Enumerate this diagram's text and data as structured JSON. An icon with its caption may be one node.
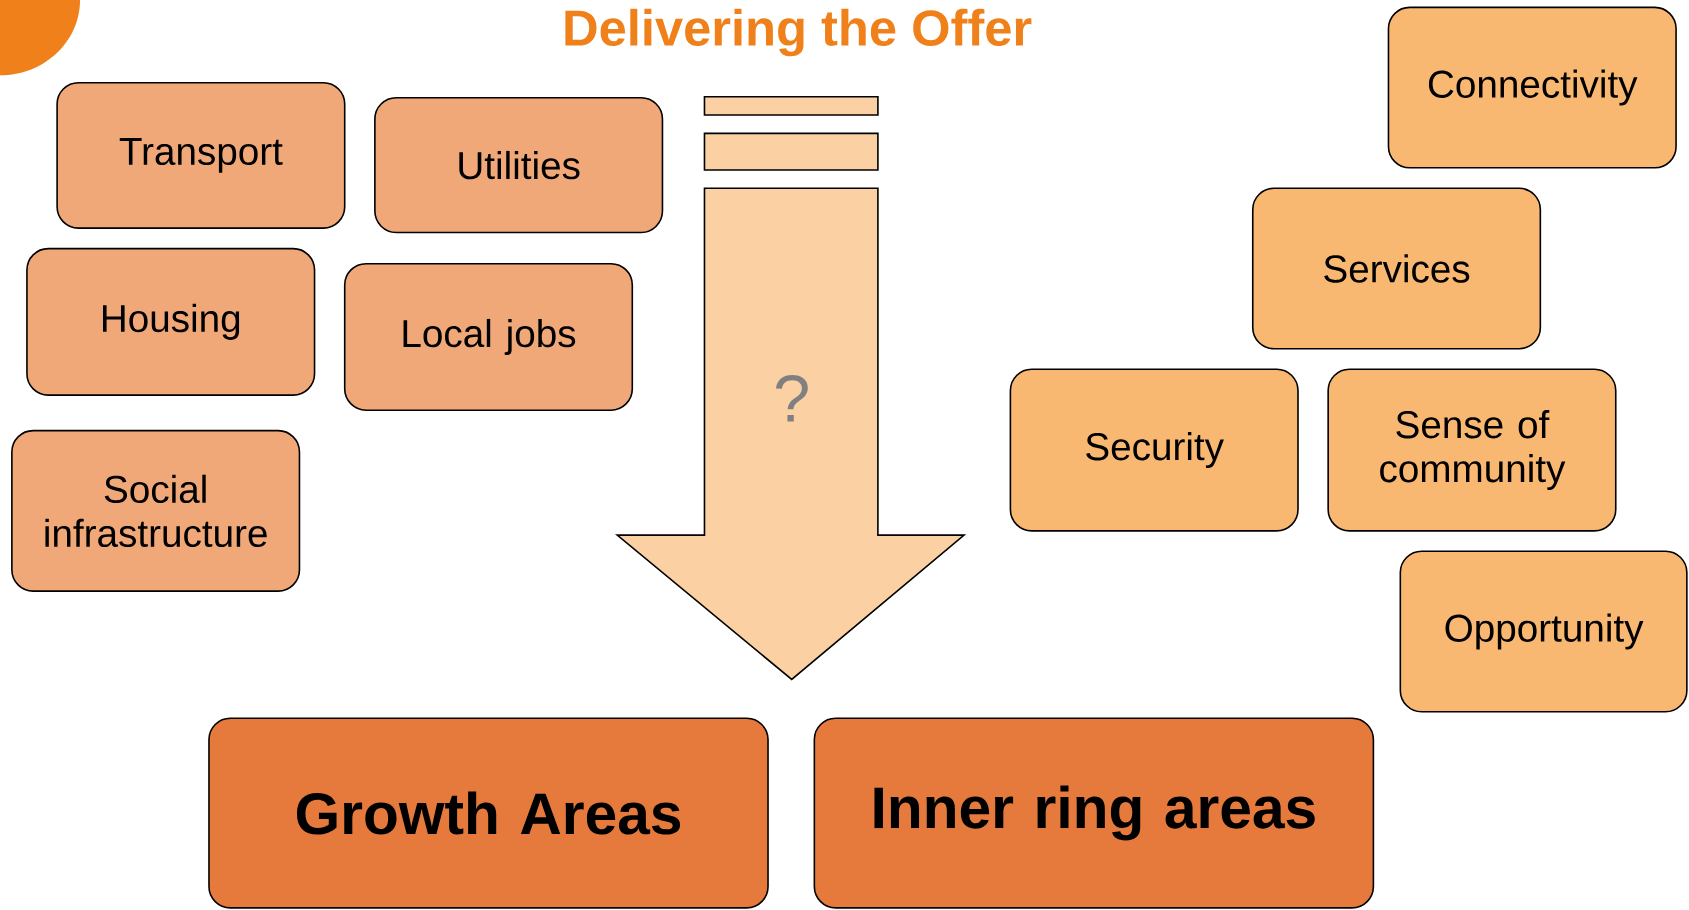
{
  "diagram": {
    "title": "Delivering the Offer",
    "nodes": [
      {
        "text": [
          "Transport"
        ]
      },
      {
        "text": [
          "Utilities"
        ]
      },
      {
        "text": [
          "Housing"
        ]
      },
      {
        "text": [
          "Local jobs"
        ]
      },
      {
        "text": [
          "Social infrastructure"
        ]
      },
      {
        "text": [
          "Connectivity"
        ]
      },
      {
        "text": [
          "Services"
        ]
      },
      {
        "text": [
          "Security"
        ]
      },
      {
        "text": [
          "Sense of community"
        ]
      },
      {
        "text": [
          "Opportunity"
        ]
      },
      {
        "text": [
          "?"
        ]
      },
      {
        "text": [
          "Growth Areas"
        ]
      },
      {
        "text": [
          "Inner ring areas"
        ]
      }
    ]
  }
}
